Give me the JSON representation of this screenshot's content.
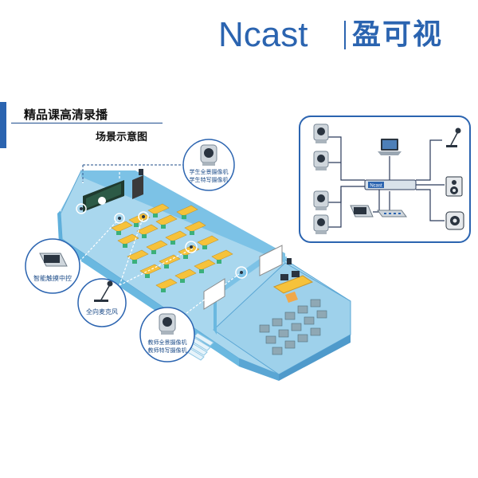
{
  "brand": {
    "name_en": "Ncast",
    "name_cn": "盈可视",
    "color": "#2b64b0"
  },
  "heading": {
    "title": "精品课高清录播",
    "subtitle": "场景示意图"
  },
  "callouts": {
    "student_camera": {
      "line1": "学生全景摄像机",
      "line2": "学生特写摄像机",
      "icon": "ptz-camera-icon"
    },
    "control_panel": {
      "text": "智能触摸中控",
      "icon": "touch-panel-icon"
    },
    "microphone": {
      "text": "全向麦克风",
      "icon": "microphone-icon"
    },
    "teacher_camera": {
      "line1": "教师全景摄像机",
      "line2": "教师特写摄像机",
      "icon": "ptz-camera-icon"
    }
  },
  "topology": {
    "left_devices": [
      "ptz-camera-icon",
      "ptz-camera-icon",
      "ptz-camera-icon",
      "ptz-camera-icon"
    ],
    "center_devices": [
      "laptop-icon",
      "recorder-icon",
      "touch-panel-icon",
      "switch-icon"
    ],
    "right_devices": [
      "microphone-icon",
      "speaker-icon",
      "audio-interface-icon"
    ],
    "recorder_label": "Ncast"
  },
  "colors": {
    "room_floor": "#a9d7ee",
    "room_wall": "#7cc2e6",
    "callout_ring": "#2b64b0",
    "desk_yellow": "#f6c23b",
    "chair_green": "#3bb07b"
  }
}
